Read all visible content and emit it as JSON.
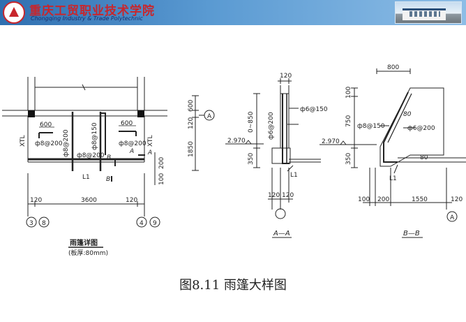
{
  "header": {
    "school_name_cn": "重庆工贸职业技术学院",
    "school_name_en": "Chongqing Industry & Trade Polytechnic"
  },
  "plan": {
    "dim_600_left": "600",
    "dim_600_right": "600",
    "rebar_left": "ф8@200",
    "rebar_mid1": "ф8@200",
    "rebar_mid2": "ф8@150",
    "rebar_mid3": "ф8@200",
    "rebar_right": "ф8@200",
    "xtl_left": "XTL",
    "xtl_right": "XTL",
    "beam": "L1",
    "sec_b_top": "B",
    "sec_b_bot": "B",
    "sec_a_top": "A",
    "sec_a_bot": "A",
    "dim_200": "200",
    "dim_100": "100",
    "v_600": "600",
    "v_120": "120",
    "v_1850": "1850",
    "axis_a": "A",
    "h_120_left": "120",
    "h_3600": "3600",
    "h_120_right": "120",
    "axis_3": "3",
    "axis_8": "8",
    "axis_4": "4",
    "axis_9": "9",
    "title": "雨篷详图",
    "subtitle": "(板厚:80mm)"
  },
  "section_aa": {
    "top_120": "120",
    "rebar1": "ф6@150",
    "rebar2": "ф6@200",
    "v_range": "0~850",
    "elev": "2.970",
    "v_350": "350",
    "beam": "L1",
    "b_120a": "120",
    "b_120b": "120",
    "label": "A—A"
  },
  "section_bb": {
    "top_800": "800",
    "v_100": "100",
    "v_750": "750",
    "v_350": "350",
    "rebar1": "ф8@150",
    "rebar2": "ф6@200",
    "d80a": "80",
    "d80b": "80",
    "elev": "2.970",
    "beam": "L1",
    "h_100": "100",
    "h_200": "200",
    "h_1550": "1550",
    "h_120": "120",
    "axis": "A",
    "label": "B—B"
  },
  "caption": "图8.11  雨篷大样图"
}
